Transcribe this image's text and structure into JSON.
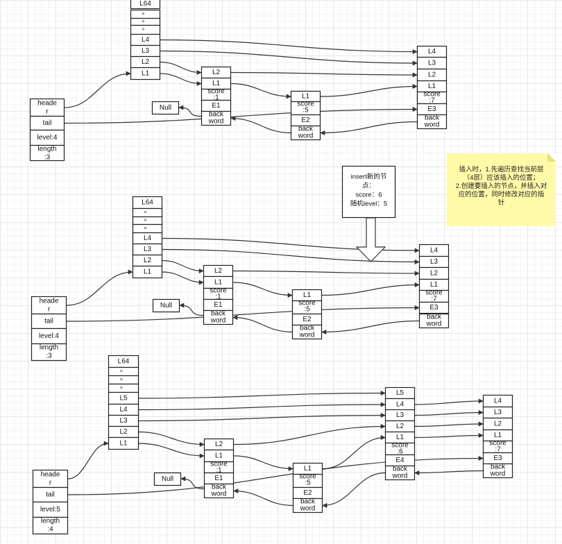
{
  "note": {
    "lines": [
      "插入时，1.先遍历查找当前层",
      "（4层）应该插入的位置；",
      "2.创建要插入的节点，并插入对",
      "应的位置，同时修改对应的指",
      "针"
    ]
  },
  "insert_box": {
    "lines": [
      "insert新的节",
      "点：",
      "score：6",
      "随机level：5"
    ]
  },
  "diagrams": [
    {
      "id": "before-insert",
      "header": [
        "heade",
        "r"
      ],
      "tail": "tail",
      "level": "level:4",
      "length": [
        "length",
        ":3"
      ],
      "header_levels": [
        "L64",
        "。",
        "。",
        "。",
        "L4",
        "L3",
        "L2",
        "L1"
      ],
      "nodes": [
        {
          "levels": [
            "L2",
            "L1"
          ],
          "score": [
            "score",
            ":1"
          ],
          "element": "E1",
          "backward": [
            "back",
            "word"
          ]
        },
        {
          "levels": [
            "L1"
          ],
          "score": [
            "score",
            ":5"
          ],
          "element": "E2",
          "backward": [
            "back",
            "word"
          ]
        },
        {
          "levels": [
            "L4",
            "L3",
            "L2",
            "L1"
          ],
          "score": [
            "score",
            ":7"
          ],
          "element": "E3",
          "backward": [
            "back",
            "word"
          ]
        }
      ],
      "null_label": "Null"
    },
    {
      "id": "inserting",
      "header": [
        "heade",
        "r"
      ],
      "tail": "tail",
      "level": "level:4",
      "length": [
        "length",
        ":3"
      ],
      "header_levels": [
        "L64",
        "。",
        "。",
        "。",
        "L4",
        "L3",
        "L2",
        "L1"
      ],
      "nodes": [
        {
          "levels": [
            "L2",
            "L1"
          ],
          "score": [
            "score",
            ":1"
          ],
          "element": "E1",
          "backward": [
            "back",
            "word"
          ]
        },
        {
          "levels": [
            "L1"
          ],
          "score": [
            "score",
            ":5"
          ],
          "element": "E2",
          "backward": [
            "back",
            "word"
          ]
        },
        {
          "levels": [
            "L4",
            "L3",
            "L2",
            "L1"
          ],
          "score": [
            "score",
            ":7"
          ],
          "element": "E3",
          "backward": [
            "back",
            "word"
          ]
        }
      ],
      "null_label": "Null"
    },
    {
      "id": "after-insert",
      "header": [
        "heade",
        "r"
      ],
      "tail": "tail",
      "level": "level:5",
      "length": [
        "length",
        ":4"
      ],
      "header_levels": [
        "L64",
        "。",
        "。",
        "。",
        "L5",
        "L4",
        "L3",
        "L2",
        "L1"
      ],
      "nodes": [
        {
          "levels": [
            "L2",
            "L1"
          ],
          "score": [
            "score",
            ":1"
          ],
          "element": "E1",
          "backward": [
            "back",
            "word"
          ]
        },
        {
          "levels": [
            "L1"
          ],
          "score": [
            "score",
            ":5"
          ],
          "element": "E2",
          "backward": [
            "back",
            "word"
          ]
        },
        {
          "levels": [
            "L5",
            "L4",
            "L3",
            "L2",
            "L1"
          ],
          "score": [
            "score",
            ":6"
          ],
          "element": "E4",
          "backward": [
            "back",
            "word"
          ]
        },
        {
          "levels": [
            "L4",
            "L3",
            "L2",
            "L1"
          ],
          "score": [
            "score",
            ":7"
          ],
          "element": "E3",
          "backward": [
            "back",
            "word"
          ]
        }
      ],
      "null_label": "Null"
    }
  ]
}
